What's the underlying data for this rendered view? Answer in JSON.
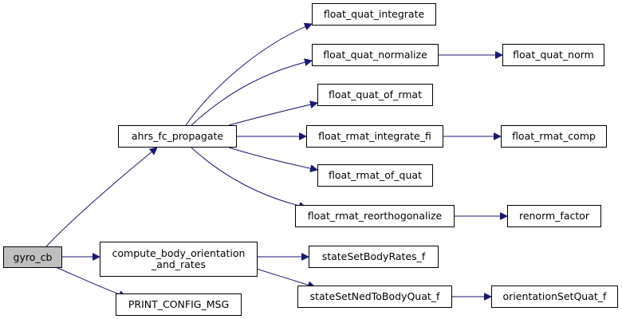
{
  "diagram": {
    "edge_color": "#191970",
    "root_fill": "#bfbfbf",
    "nodes": {
      "gyro_cb": "gyro_cb",
      "ahrs_fc_propagate": "ahrs_fc_propagate",
      "compute_body_orientation_line1": "compute_body_orientation",
      "compute_body_orientation_line2": "_and_rates",
      "print_config_msg": "PRINT_CONFIG_MSG",
      "float_quat_integrate": "float_quat_integrate",
      "float_quat_normalize": "float_quat_normalize",
      "float_quat_norm": "float_quat_norm",
      "float_quat_of_rmat": "float_quat_of_rmat",
      "float_rmat_integrate_fi": "float_rmat_integrate_fi",
      "float_rmat_comp": "float_rmat_comp",
      "float_rmat_of_quat": "float_rmat_of_quat",
      "float_rmat_reorthogonalize": "float_rmat_reorthogonalize",
      "renorm_factor": "renorm_factor",
      "state_set_body_rates_f": "stateSetBodyRates_f",
      "state_set_ned_to_body_quat_f": "stateSetNedToBodyQuat_f",
      "orientation_set_quat_f": "orientationSetQuat_f"
    }
  }
}
